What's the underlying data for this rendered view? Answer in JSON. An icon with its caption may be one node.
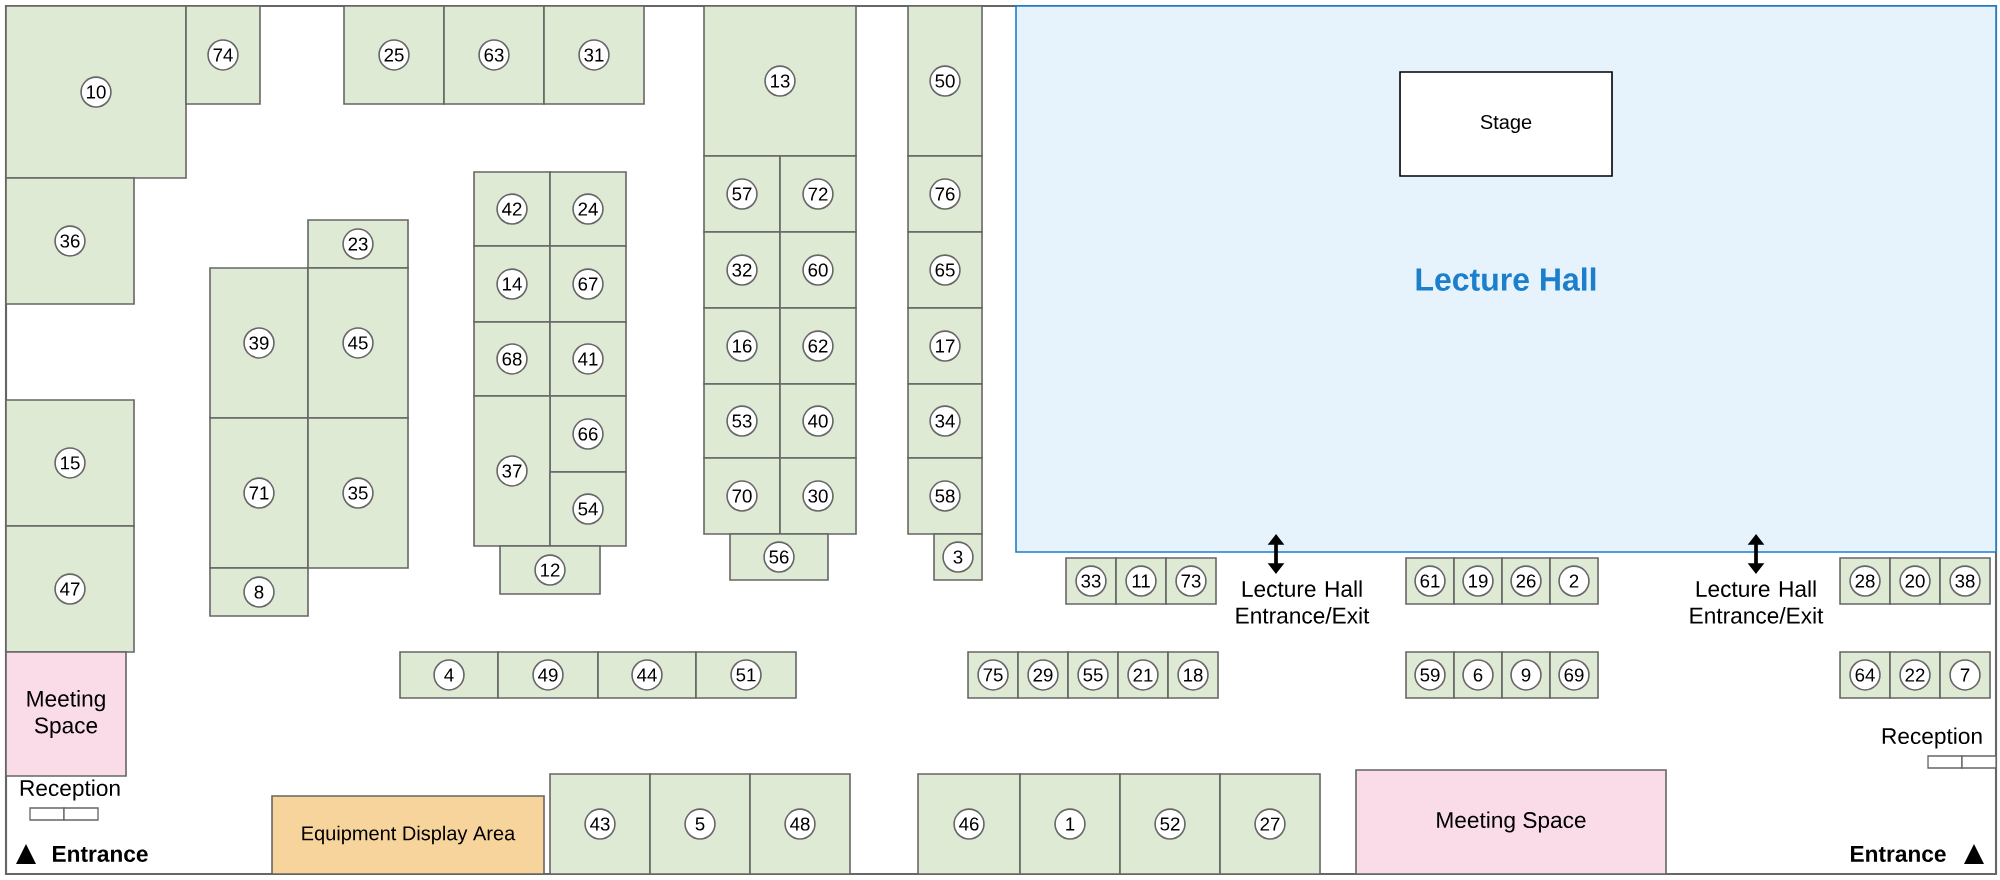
{
  "diagram": {
    "nodes": [
      {
        "text": [
          "10"
        ]
      },
      {
        "text": [
          "74"
        ]
      },
      {
        "text": [
          "25"
        ]
      },
      {
        "text": [
          "63"
        ]
      },
      {
        "text": [
          "31"
        ]
      },
      {
        "text": [
          "13"
        ]
      },
      {
        "text": [
          "50"
        ]
      },
      {
        "text": [
          "Lecture Hall"
        ]
      },
      {
        "text": [
          "Stage"
        ],
        "in": 7
      },
      {
        "text": [
          "57"
        ]
      },
      {
        "text": [
          "72"
        ]
      },
      {
        "text": [
          "76"
        ]
      },
      {
        "text": [
          "42"
        ]
      },
      {
        "text": [
          "24"
        ]
      },
      {
        "text": [
          "36"
        ]
      },
      {
        "text": [
          "23"
        ]
      },
      {
        "text": [
          "32"
        ]
      },
      {
        "text": [
          "60"
        ]
      },
      {
        "text": [
          "65"
        ]
      },
      {
        "text": [
          "39"
        ]
      },
      {
        "text": [
          "45"
        ]
      },
      {
        "text": [
          "14"
        ]
      },
      {
        "text": [
          "67"
        ]
      },
      {
        "text": [
          "16"
        ]
      },
      {
        "text": [
          "62"
        ]
      },
      {
        "text": [
          "17"
        ]
      },
      {
        "text": [
          "68"
        ]
      },
      {
        "text": [
          "41"
        ]
      },
      {
        "text": [
          "53"
        ]
      },
      {
        "text": [
          "40"
        ]
      },
      {
        "text": [
          "34"
        ]
      },
      {
        "text": [
          "15"
        ]
      },
      {
        "text": [
          "66"
        ]
      },
      {
        "text": [
          "37"
        ]
      },
      {
        "text": [
          "70"
        ]
      },
      {
        "text": [
          "30"
        ]
      },
      {
        "text": [
          "58"
        ]
      },
      {
        "text": [
          "71"
        ]
      },
      {
        "text": [
          "35"
        ]
      },
      {
        "text": [
          "54"
        ]
      },
      {
        "text": [
          "12"
        ]
      },
      {
        "text": [
          "56"
        ]
      },
      {
        "text": [
          "3"
        ]
      },
      {
        "text": [
          "33"
        ]
      },
      {
        "text": [
          "11"
        ]
      },
      {
        "text": [
          "73"
        ]
      },
      {
        "text": [
          "61"
        ]
      },
      {
        "text": [
          "19"
        ]
      },
      {
        "text": [
          "26"
        ]
      },
      {
        "text": [
          "2"
        ]
      },
      {
        "text": [
          "28"
        ]
      },
      {
        "text": [
          "20"
        ]
      },
      {
        "text": [
          "38"
        ]
      },
      {
        "text": [
          "8"
        ]
      },
      {
        "text": [
          "47"
        ]
      },
      {
        "text": [
          "4"
        ]
      },
      {
        "text": [
          "49"
        ]
      },
      {
        "text": [
          "44"
        ]
      },
      {
        "text": [
          "51"
        ]
      },
      {
        "text": [
          "75"
        ]
      },
      {
        "text": [
          "29"
        ]
      },
      {
        "text": [
          "55"
        ]
      },
      {
        "text": [
          "21"
        ]
      },
      {
        "text": [
          "18"
        ]
      },
      {
        "text": [
          "59"
        ]
      },
      {
        "text": [
          "6"
        ]
      },
      {
        "text": [
          "9"
        ]
      },
      {
        "text": [
          "69"
        ]
      },
      {
        "text": [
          "64"
        ]
      },
      {
        "text": [
          "22"
        ]
      },
      {
        "text": [
          "7"
        ]
      },
      {
        "text": [
          "Meeting Space"
        ]
      },
      {
        "text": [
          "43"
        ]
      },
      {
        "text": [
          "5"
        ]
      },
      {
        "text": [
          "48"
        ]
      },
      {
        "text": [
          "46"
        ]
      },
      {
        "text": [
          "1"
        ]
      },
      {
        "text": [
          "52"
        ]
      },
      {
        "text": [
          "27"
        ]
      },
      {
        "text": [
          "Meeting Space"
        ]
      },
      {
        "text": [
          "Equipment Display Area"
        ]
      }
    ],
    "labels": [
      "Lecture Hall Entrance/Exit",
      "Lecture Hall Entrance/Exit",
      "Reception",
      "Reception",
      "Entrance",
      "Entrance"
    ]
  }
}
